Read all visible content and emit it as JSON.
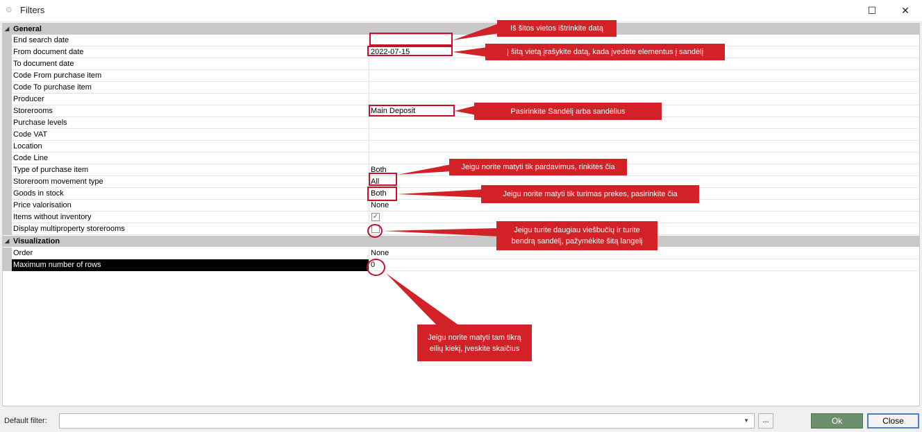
{
  "window": {
    "title": "Filters",
    "maximize_glyph": "☐",
    "close_glyph": "✕"
  },
  "categories": [
    {
      "label": "General",
      "collapse_glyph": "◢"
    },
    {
      "label": "Visualization",
      "collapse_glyph": "◢"
    }
  ],
  "general_rows": [
    {
      "name": "End search date",
      "value": ""
    },
    {
      "name": "From document date",
      "value": "2022-07-15"
    },
    {
      "name": "To document date",
      "value": ""
    },
    {
      "name": "Code From purchase item",
      "value": ""
    },
    {
      "name": "Code To purchase item",
      "value": ""
    },
    {
      "name": "Producer",
      "value": ""
    },
    {
      "name": "Storerooms",
      "value": "Main Deposit"
    },
    {
      "name": "Purchase levels",
      "value": ""
    },
    {
      "name": "Code VAT",
      "value": ""
    },
    {
      "name": "Location",
      "value": ""
    },
    {
      "name": "Code Line",
      "value": ""
    },
    {
      "name": "Type of purchase item",
      "value": "Both"
    },
    {
      "name": "Storeroom movement type",
      "value": "All"
    },
    {
      "name": "Goods in stock",
      "value": "Both"
    },
    {
      "name": "Price valorisation",
      "value": "None"
    },
    {
      "name": "Items without inventory",
      "value": "",
      "checked": true,
      "check_glyph": "✓"
    },
    {
      "name": "Display multiproperty storerooms",
      "value": "",
      "checked": false
    }
  ],
  "visualization_rows": [
    {
      "name": "Order",
      "value": "None"
    },
    {
      "name": "Maximum number of rows",
      "value": "0"
    }
  ],
  "callouts": {
    "end_date": "Iš šitos vietos ištrinkite datą",
    "from_date": "Į šitą vietą įrašykite datą, kada įvedėte elementus į sandėlį",
    "storerooms": "Pasirinkite Sandėlį arba sandėlius",
    "movement_type": "Jeigu norite matyti tik pardavimus, rinkitės čia",
    "goods_in_stock": "Jeigu norite matyti tik turimas prekes, pasirinkite čia",
    "multiproperty_line1": "Jeigu turite daugiau viešbučių ir turite",
    "multiproperty_line2": "bendrą sandėlį, pažymėkite šitą langelį",
    "max_rows_line1": "Jeigu norite matyti tam tikrą",
    "max_rows_line2": "eilių kiekį, įveskite skaičius"
  },
  "bottom_bar": {
    "default_filter_label": "Default filter:",
    "default_filter_value": "",
    "dropdown_glyph": "▼",
    "ellipsis_label": "...",
    "ok_label": "Ok",
    "close_label": "Close"
  },
  "colors": {
    "accent_red": "#d32128",
    "ok_green": "#6e8f6e",
    "focus_blue": "#4a7fc1"
  }
}
